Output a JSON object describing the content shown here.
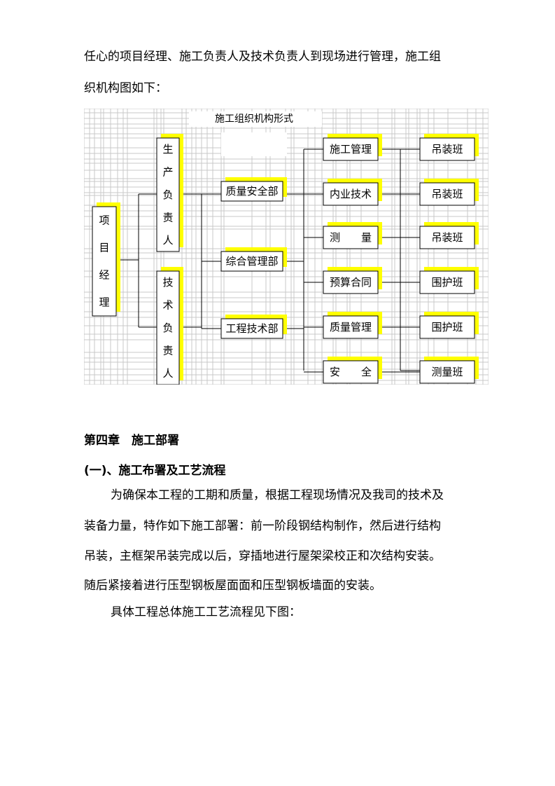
{
  "intro": {
    "line1": "任心的项目经理、施工负责人及技术负责人到现场进行管理，施工组",
    "line2": "织机构图如下："
  },
  "org_chart": {
    "title": "施工组织机构形式",
    "manager": [
      "项",
      "目",
      "经",
      "理"
    ],
    "production_lead": [
      "生",
      "产",
      "负",
      "责",
      "人"
    ],
    "technical_lead": [
      "技",
      "术",
      "负",
      "责",
      "人"
    ],
    "departments": [
      "质量安全部",
      "综合管理部",
      "工程技术部"
    ],
    "management": [
      "施工管理",
      "内业技术",
      "测　　量",
      "预算合同",
      "质量管理",
      "安　　全"
    ],
    "teams": [
      "吊装班",
      "吊装班",
      "吊装班",
      "围护班",
      "围护班",
      "测量班"
    ],
    "colors": {
      "highlight": "#ffff00",
      "grid": "#c8c8c8",
      "line": "#000000"
    }
  },
  "chapter": {
    "heading": "第四章　施工部署",
    "section_heading": "(一)、施工布署及工艺流程",
    "para1": [
      "为确保本工程的工期和质量，根据工程现场情况及我司的技术及",
      "装备力量，特作如下施工部署：前一阶段钢结构制作，然后进行结构",
      "吊装，主框架吊装完成以后，穿插地进行屋架梁校正和次结构安装。",
      "随后紧接着进行压型钢板屋面面和压型钢板墙面的安装。"
    ],
    "para2": "具体工程总体施工工艺流程见下图："
  }
}
